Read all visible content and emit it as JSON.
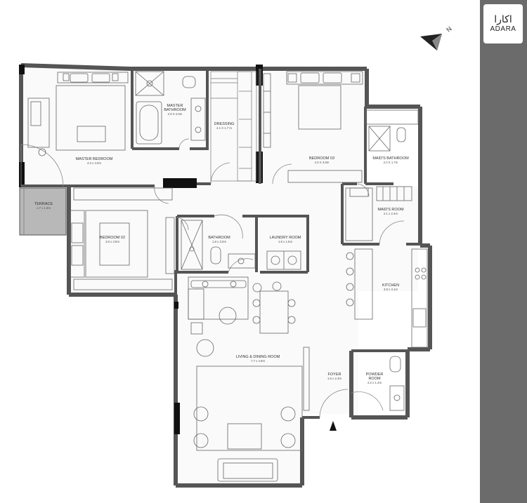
{
  "brand": {
    "arabic": "اكارا",
    "name": "ADARA"
  },
  "compass": {
    "label": "N"
  },
  "rooms": [
    {
      "key": "master",
      "name": "MASTER BEDROOM",
      "size": "4.3 x 4.0m"
    },
    {
      "key": "master_bath",
      "name": "MASTER BATHROOM",
      "size": "2.8 X 2.5m"
    },
    {
      "key": "dressing",
      "name": "DRESSING",
      "size": "4.1 X 1.7 m"
    },
    {
      "key": "bed3",
      "name": "BEDROOM 03",
      "size": "4.0 X 3.8m"
    },
    {
      "key": "maid_bath",
      "name": "MAID'S BATHROOM",
      "size": "2.0 X 1.7m"
    },
    {
      "key": "terrace",
      "name": "TERRACE",
      "size": "1.7 x 1.8m"
    },
    {
      "key": "bed2",
      "name": "BEDROOM 02",
      "size": "3.8 x 3.8m"
    },
    {
      "key": "bath",
      "name": "BATHROOM",
      "size": "1.8 x 3.0m"
    },
    {
      "key": "laundry",
      "name": "LAUNDRY ROOM",
      "size": "1.8 x 1.5m"
    },
    {
      "key": "maid_room",
      "name": "MAID'S ROOM",
      "size": "2.1 x 2.4m"
    },
    {
      "key": "kitchen",
      "name": "KITCHEN",
      "size": "3.9 x 3.1m"
    },
    {
      "key": "living",
      "name": "LIVING & DINING ROOM",
      "size": "7.7 x 4.9m"
    },
    {
      "key": "foyer",
      "name": "FOYER",
      "size": "1.6 x 2.3m"
    },
    {
      "key": "powder",
      "name": "POWDER ROOM",
      "size": "2.2 x 1.4m"
    }
  ]
}
